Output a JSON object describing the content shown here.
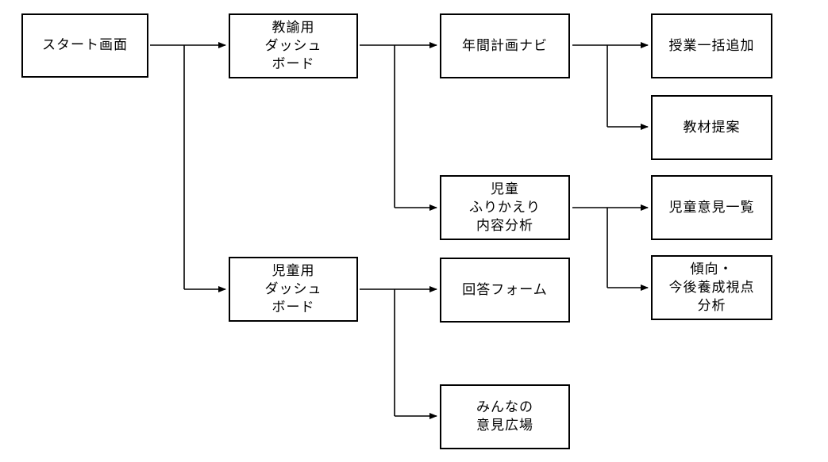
{
  "nodes": {
    "start": "スタート画面",
    "teacher_dashboard": "教諭用\nダッシュ\nボード",
    "student_dashboard": "児童用\nダッシュ\nボード",
    "annual_plan_navi": "年間計画ナビ",
    "reflection_analysis": "児童\nふりかえり\n内容分析",
    "answer_form": "回答フォーム",
    "everyone_forum": "みんなの\n意見広場",
    "bulk_add_lessons": "授業一括追加",
    "material_suggestion": "教材提案",
    "student_opinion_list": "児童意見一覧",
    "trend_analysis": "傾向・\n今後養成視点\n分析"
  }
}
